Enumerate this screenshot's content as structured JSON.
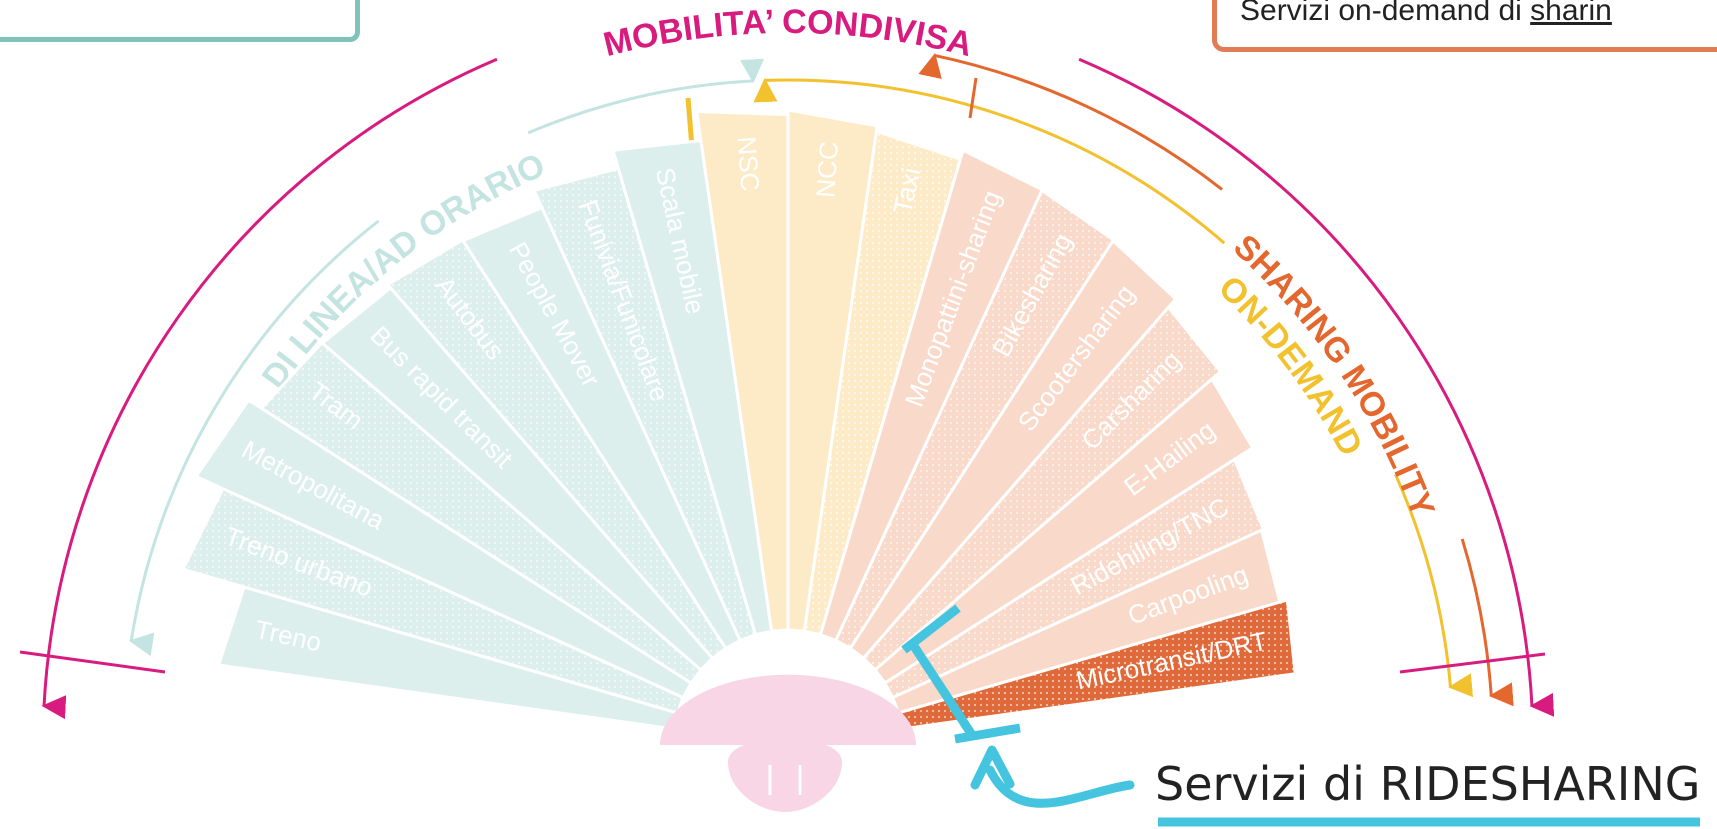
{
  "arcs": {
    "mobilita": {
      "label": "MOBILITA’ CONDIVISA",
      "color": "#d81b7f"
    },
    "linea": {
      "label": "DI LINEA/AD ORARIO",
      "color": "#c4e4e2"
    },
    "ondemand": {
      "label": "ON-DEMAND",
      "color": "#f2c12e"
    },
    "sharing": {
      "label": "SHARING MOBILITY",
      "color": "#e4672e"
    }
  },
  "top_right_box": {
    "text_prefix": "Servizi on-demand di ",
    "text_underlined": "sharin"
  },
  "fan": {
    "segments": [
      {
        "label": "Treno",
        "group": "linea",
        "dotted": false
      },
      {
        "label": "Treno urbano",
        "group": "linea",
        "dotted": true
      },
      {
        "label": "Metropolitana",
        "group": "linea",
        "dotted": false
      },
      {
        "label": "Tram",
        "group": "linea",
        "dotted": true
      },
      {
        "label": "Bus rapid transit",
        "group": "linea",
        "dotted": false
      },
      {
        "label": "Autobus",
        "group": "linea",
        "dotted": true
      },
      {
        "label": "People Mover",
        "group": "linea",
        "dotted": false
      },
      {
        "label": "Funivia/Funicolare",
        "group": "linea",
        "dotted": true
      },
      {
        "label": "Scala mobile",
        "group": "linea",
        "dotted": false
      },
      {
        "label": "NSC",
        "group": "yellow",
        "dotted": false
      },
      {
        "label": "NCC",
        "group": "yellow",
        "dotted": false
      },
      {
        "label": "Taxi",
        "group": "yellow",
        "dotted": true
      },
      {
        "label": "Monopattini-sharing",
        "group": "peach",
        "dotted": false
      },
      {
        "label": "Bikesharing",
        "group": "peach",
        "dotted": true
      },
      {
        "label": "Scootersharing",
        "group": "peach",
        "dotted": false
      },
      {
        "label": "Carsharing",
        "group": "peach",
        "dotted": true
      },
      {
        "label": "E-Hailing",
        "group": "peach",
        "dotted": false
      },
      {
        "label": "Ridehiling/TNC",
        "group": "peach",
        "dotted": true
      },
      {
        "label": "Carpooling",
        "group": "peach",
        "dotted": false
      },
      {
        "label": "Microtransit/DRT",
        "group": "orange",
        "dotted": true
      }
    ],
    "colors": {
      "linea": "#dcefed",
      "yellow": "#fdebc8",
      "peach": "#f9d9c9",
      "orange": "#e0693a",
      "hub": "#f8d6e6"
    }
  },
  "annotation": {
    "label": "Servizi di RIDESHARING",
    "color": "#45c4e0"
  }
}
